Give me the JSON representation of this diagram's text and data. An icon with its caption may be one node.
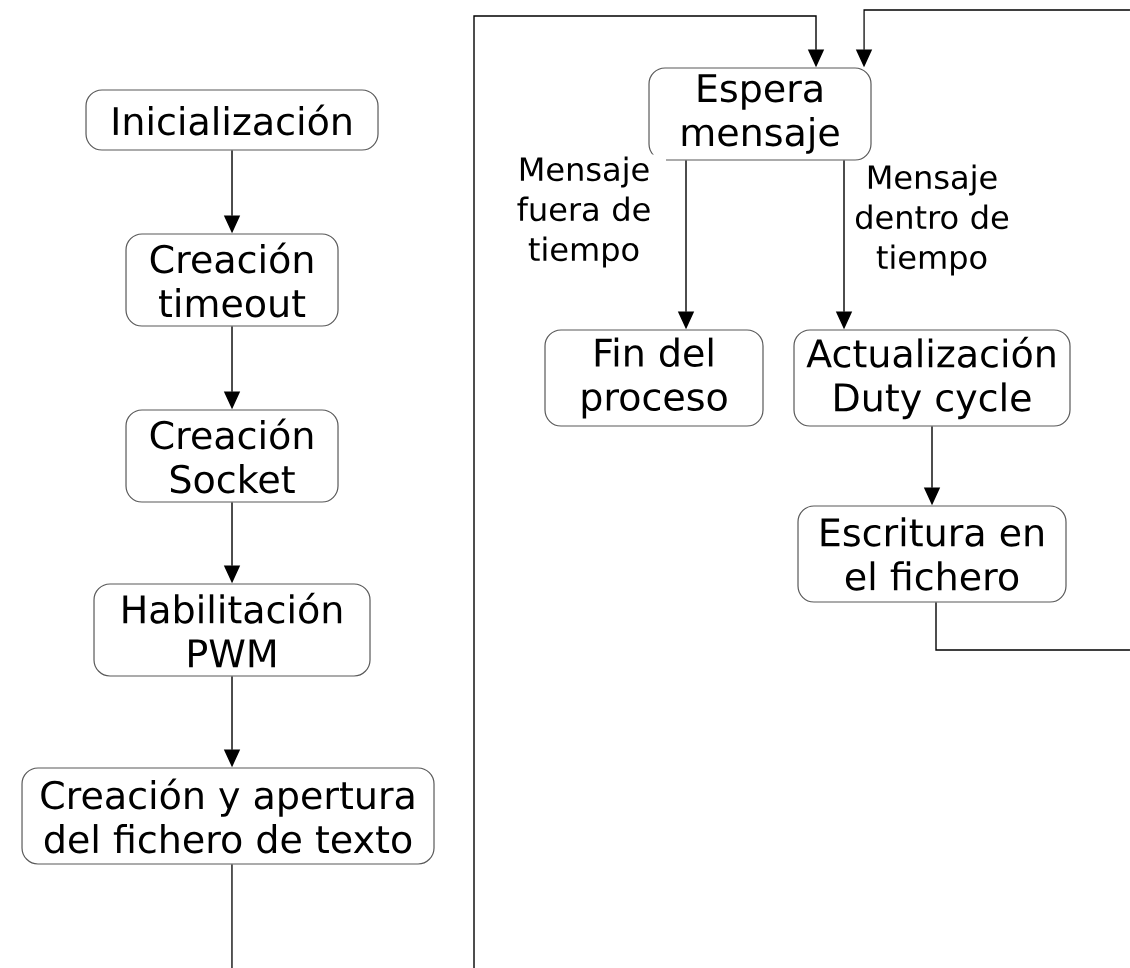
{
  "diagram": {
    "nodes": [
      {
        "text": [
          "Inicialización"
        ]
      },
      {
        "text": [
          "Creación timeout"
        ]
      },
      {
        "text": [
          "Creación Socket"
        ]
      },
      {
        "text": [
          "Habilitación PWM"
        ]
      },
      {
        "text": [
          "Creación y apertura del fichero de texto"
        ]
      },
      {
        "text": [
          "Espera mensaje"
        ]
      },
      {
        "text": [
          "Fin del proceso"
        ]
      },
      {
        "text": [
          "Actualización Duty cycle"
        ]
      },
      {
        "text": [
          "Escritura en el fichero"
        ]
      }
    ],
    "edges": [
      {
        "from": 0,
        "to": 1,
        "arrow": "to"
      },
      {
        "from": 1,
        "to": 2,
        "arrow": "to"
      },
      {
        "from": 2,
        "to": 3,
        "arrow": "to"
      },
      {
        "from": 3,
        "to": 4,
        "arrow": "to"
      },
      {
        "from": 4,
        "to": null,
        "arrow": "none"
      },
      {
        "from": null,
        "to": 5,
        "arrow": "to"
      },
      {
        "from": 5,
        "to": 6,
        "arrow": "to",
        "label": "Mensaje fuera de tiempo"
      },
      {
        "from": 5,
        "to": 7,
        "arrow": "to",
        "label": "Mensaje dentro de tiempo"
      },
      {
        "from": 7,
        "to": 8,
        "arrow": "to"
      },
      {
        "from": 8,
        "to": null,
        "arrow": "none"
      },
      {
        "from": null,
        "to": 5,
        "arrow": "to"
      }
    ]
  }
}
